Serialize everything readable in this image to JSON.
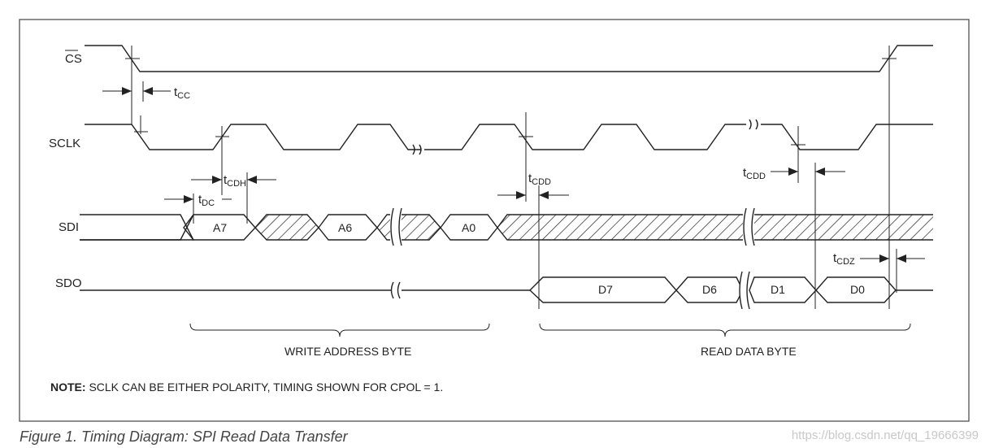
{
  "signals": {
    "cs": "CS",
    "sclk": "SCLK",
    "sdi": "SDI",
    "sdo": "SDO"
  },
  "sdi_bits": [
    "A7",
    "A6",
    "A0"
  ],
  "sdo_bits": [
    "D7",
    "D6",
    "D1",
    "D0"
  ],
  "timing": {
    "tcc": {
      "main": "t",
      "sub": "CC"
    },
    "tcdh": {
      "main": "t",
      "sub": "CDH"
    },
    "tdc": {
      "main": "t",
      "sub": "DC"
    },
    "tcdd1": {
      "main": "t",
      "sub": "CDD"
    },
    "tcdd2": {
      "main": "t",
      "sub": "CDD"
    },
    "tcdz": {
      "main": "t",
      "sub": "CDZ"
    }
  },
  "brackets": {
    "write": "WRITE ADDRESS BYTE",
    "read": "READ DATA BYTE"
  },
  "note": {
    "label": "NOTE:",
    "text": " SCLK CAN BE EITHER POLARITY, TIMING SHOWN FOR CPOL = 1."
  },
  "caption": "Figure 1. Timing Diagram: SPI Read Data Transfer",
  "watermark": "https://blog.csdn.net/qq_19666399"
}
